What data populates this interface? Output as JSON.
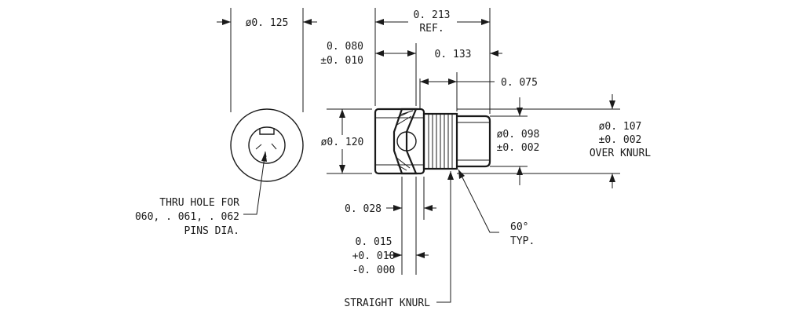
{
  "dimensions": {
    "outer_diameter": "ø0. 125",
    "overall_length": [
      "0. 213",
      "REF."
    ],
    "head_length": [
      "0. 080",
      "±0. 010"
    ],
    "knurl_to_end": "0. 133",
    "knurl_length": "0. 075",
    "head_diameter": "ø0. 120",
    "body_diameter": [
      "ø0. 098",
      "±0. 002"
    ],
    "knurl_diameter": [
      "ø0. 107",
      "±0. 002",
      "OVER KNURL"
    ],
    "groove_width": "0. 028",
    "groove_offset": [
      "0. 015",
      "+0. 010",
      "-0. 000"
    ]
  },
  "notes": {
    "thru_hole": [
      "THRU HOLE FOR",
      "060, . 061, . 062",
      "PINS DIA."
    ],
    "angle": [
      "60°",
      "TYP."
    ],
    "knurl": "STRAIGHT KNURL"
  }
}
